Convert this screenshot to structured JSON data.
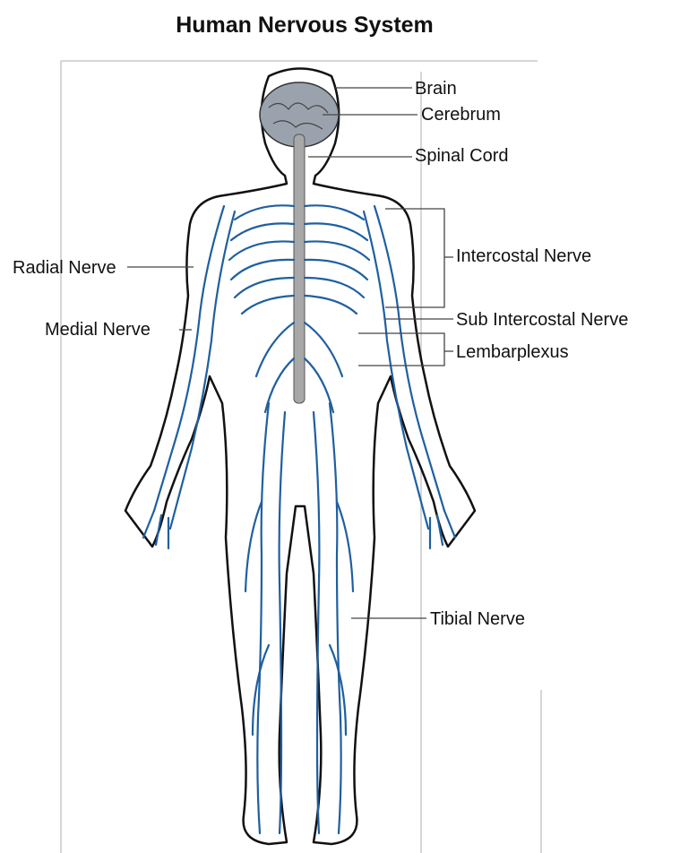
{
  "title": "Human Nervous System",
  "labels": {
    "brain": "Brain",
    "cerebrum": "Cerebrum",
    "spinal_cord": "Spinal Cord",
    "intercostal_nerve": "Intercostal Nerve",
    "radial_nerve": "Radial Nerve",
    "medial_nerve": "Medial Nerve",
    "sub_intercostal_nerve": "Sub Intercostal Nerve",
    "lembarplexus": "Lembarplexus",
    "tibial_nerve": "Tibial Nerve"
  },
  "colors": {
    "nerve": "#1f5fa0",
    "outline": "#111111",
    "brain": "#9aa3ad",
    "spine": "#a8a8a8",
    "frame": "#c8c8c8"
  }
}
